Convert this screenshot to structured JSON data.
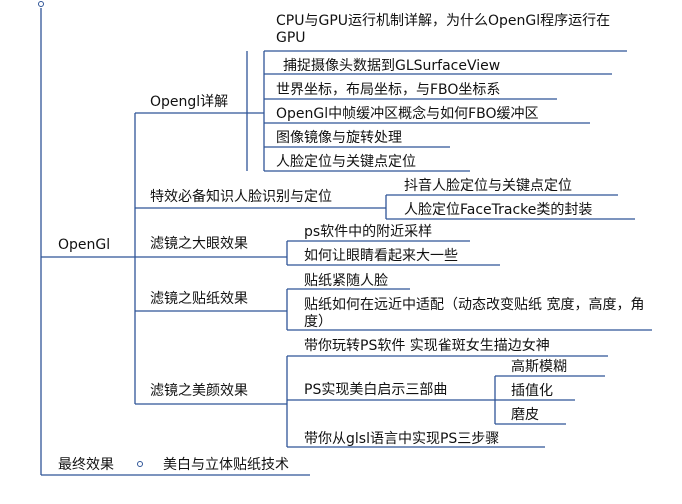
{
  "root": "OpenGl",
  "line_color": "#2f5597",
  "branches": [
    {
      "label": "Opengl详解",
      "children": [
        {
          "label": "CPU与GPU运行机制详解，为什么OpenGl程序运行在GPU"
        },
        {
          "label": "捕捉摄像头数据到GLSurfaceView"
        },
        {
          "label": "世界坐标，布局坐标，与FBO坐标系"
        },
        {
          "label": "OpenGl中帧缓冲区概念与如何FBO缓冲区"
        },
        {
          "label": "图像镜像与旋转处理"
        },
        {
          "label": "人脸定位与关键点定位"
        }
      ]
    },
    {
      "label": "特效必备知识人脸识别与定位",
      "children": [
        {
          "label": "抖音人脸定位与关键点定位"
        },
        {
          "label": "人脸定位FaceTracke类的封装"
        }
      ]
    },
    {
      "label": "滤镜之大眼效果",
      "children": [
        {
          "label": "ps软件中的附近采样"
        },
        {
          "label": "如何让眼睛看起来大一些"
        }
      ]
    },
    {
      "label": "滤镜之贴纸效果",
      "children": [
        {
          "label": "贴纸紧随人脸"
        },
        {
          "label": "贴纸如何在远近中适配（动态改变贴纸 宽度，高度，角度）"
        }
      ]
    },
    {
      "label": "滤镜之美颜效果",
      "children": [
        {
          "label": "带你玩转PS软件 实现雀斑女生描边女神"
        },
        {
          "label": "PS实现美白启示三部曲",
          "children": [
            "高斯模糊",
            "插值化",
            "磨皮"
          ]
        },
        {
          "label": "带你从glsl语言中实现PS三步骤"
        }
      ]
    }
  ],
  "final": {
    "label": "最终效果",
    "child": "美白与立体贴纸技术"
  }
}
